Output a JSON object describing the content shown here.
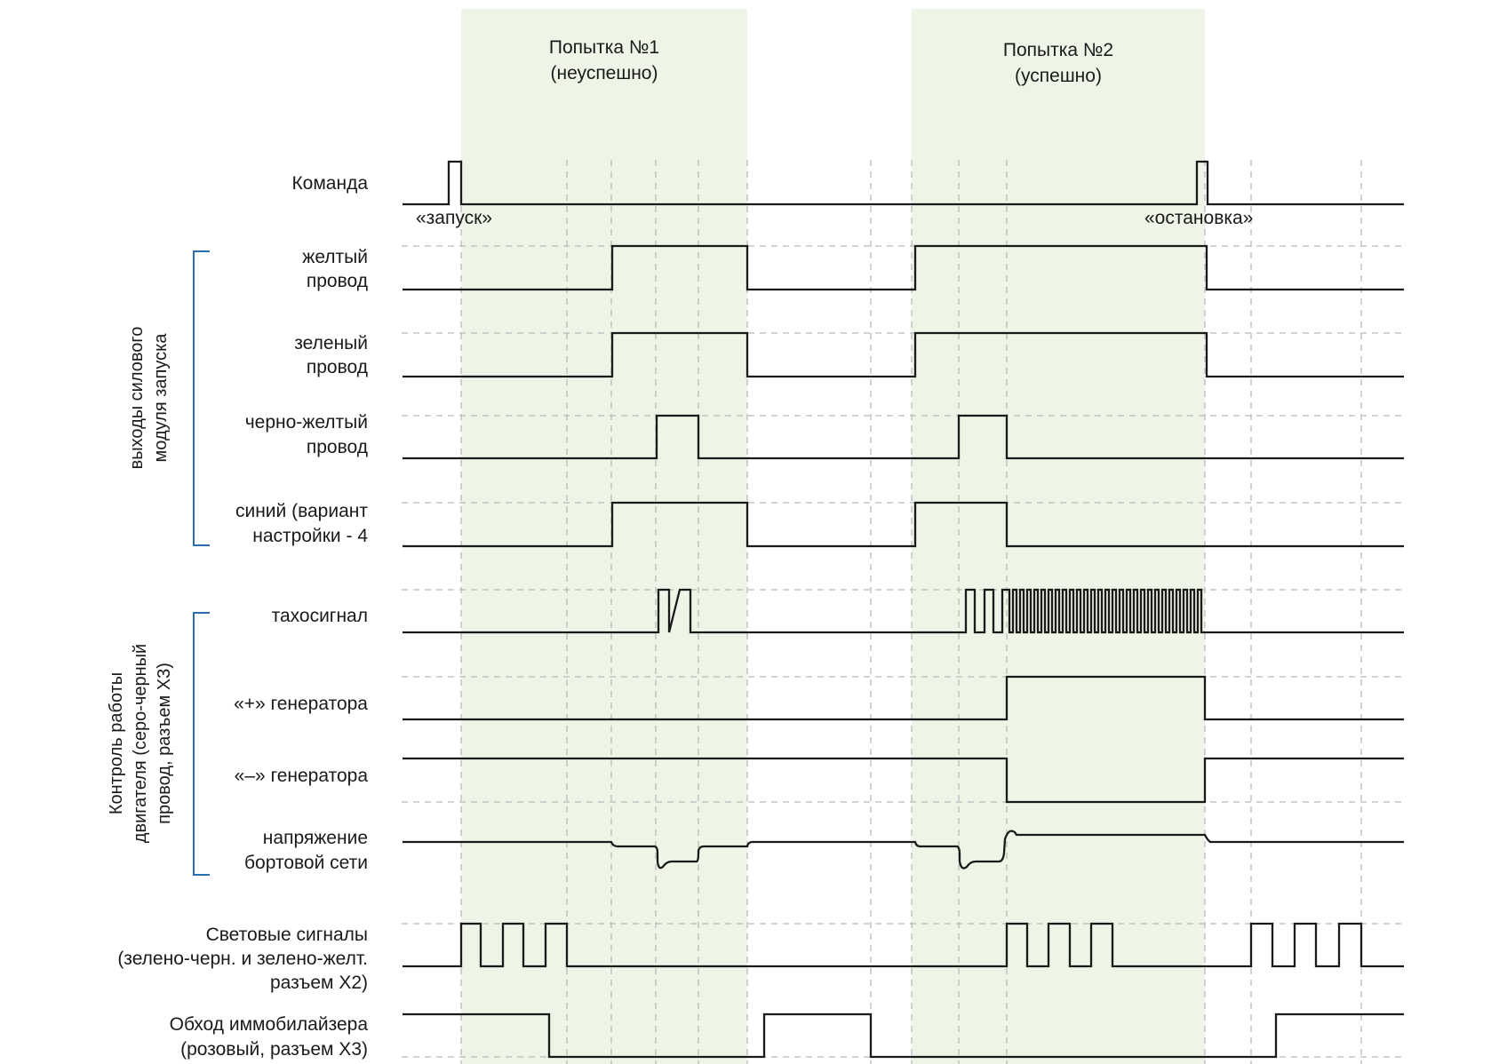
{
  "attempts": [
    {
      "title": "Попытка №1",
      "subtitle": "(неуспешно)"
    },
    {
      "title": "Попытка №2",
      "subtitle": "(успешно)"
    }
  ],
  "annotations": {
    "start": "«запуск»",
    "stop": "«остановка»"
  },
  "signals": [
    {
      "id": "command",
      "lines": [
        "Команда"
      ]
    },
    {
      "id": "yellow",
      "lines": [
        "желтый",
        "провод"
      ]
    },
    {
      "id": "green",
      "lines": [
        "зеленый",
        "провод"
      ]
    },
    {
      "id": "black-yellow",
      "lines": [
        "черно-желтый",
        "провод"
      ]
    },
    {
      "id": "blue",
      "lines": [
        "синий (вариант",
        "настройки - 4"
      ]
    },
    {
      "id": "tacho",
      "lines": [
        "тахосигнал"
      ]
    },
    {
      "id": "gen-plus",
      "lines": [
        "«+» генератора"
      ]
    },
    {
      "id": "gen-minus",
      "lines": [
        "«–» генератора"
      ]
    },
    {
      "id": "voltage",
      "lines": [
        "напряжение",
        "бортовой сети"
      ]
    },
    {
      "id": "lights",
      "lines": [
        "Световые сигналы",
        "(зелено-черн. и зелено-желт.",
        "разъем X2)"
      ]
    },
    {
      "id": "immo",
      "lines": [
        "Обход иммобилайзера",
        "(розовый, разъем X3)"
      ]
    }
  ],
  "groups": [
    {
      "id": "power-outputs",
      "lines": [
        "выходы силового",
        "модуля запуска"
      ]
    },
    {
      "id": "engine-control",
      "lines": [
        "Контроль работы",
        "двигателя (серо-черный",
        "провод, разъем X3)"
      ]
    }
  ],
  "colors": {
    "band": "#eef4e6",
    "bracket": "#2a6db0",
    "signal": "#1a1a1a",
    "guide": "#b9b9b9"
  }
}
